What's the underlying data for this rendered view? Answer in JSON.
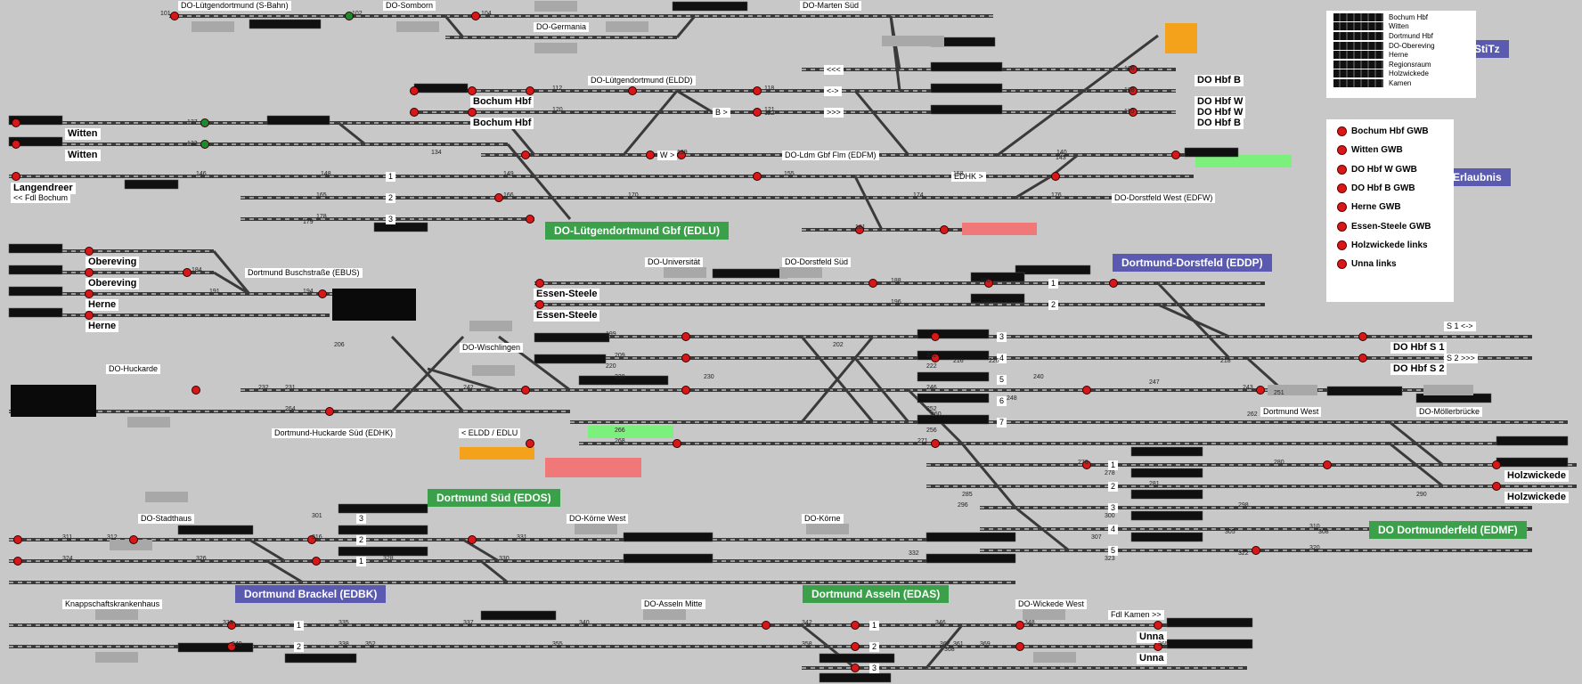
{
  "app": {
    "title": "Stellwerk-Simulation Dortmund"
  },
  "colors": {
    "background": "#c8c8c8",
    "track": "#3a3a3a",
    "signal_red": "#d81818",
    "signal_green": "#1e8a2e",
    "zone_green": "#3aa04a",
    "zone_blue": "#5a5ab0",
    "occupied_green": "#7cf07c",
    "alert_red": "#f07878",
    "orange": "#f4a21c"
  },
  "stations": {
    "top": [
      {
        "id": "s1",
        "label": "DO-Lütgendortmund (S-Bahn)"
      },
      {
        "id": "s2",
        "label": "DO-Somborn"
      },
      {
        "id": "s3",
        "label": "DO-Germania"
      },
      {
        "id": "s4",
        "label": "DO-Marten Süd"
      },
      {
        "id": "s5",
        "label": "DO-Lütgendortmund (ELDD)"
      },
      {
        "id": "s6",
        "label": "DO-Ldm Gbf Flm (EDFM)"
      },
      {
        "id": "s7",
        "label": "DO-Dorstfeld West (EDFW)"
      },
      {
        "id": "s8",
        "label": "EDHK >"
      },
      {
        "id": "s9",
        "label": "DO-Universität"
      },
      {
        "id": "s10",
        "label": "DO-Dorstfeld Süd"
      },
      {
        "id": "s11",
        "label": "Dortmund Buschstraße (EBUS)"
      },
      {
        "id": "s12",
        "label": "DO-Wischlingen"
      },
      {
        "id": "s13",
        "label": "DO-Huckarde"
      },
      {
        "id": "s14",
        "label": "Dortmund-Huckarde Süd (EDHK)"
      },
      {
        "id": "s15",
        "label": "< ELDD / EDLU"
      },
      {
        "id": "s16",
        "label": "Dortmund West"
      },
      {
        "id": "s17",
        "label": "DO-Möllerbrücke"
      },
      {
        "id": "s18",
        "label": "DO-Stadthaus"
      },
      {
        "id": "s19",
        "label": "DO-Körne West"
      },
      {
        "id": "s20",
        "label": "DO-Körne"
      },
      {
        "id": "s21",
        "label": "Knappschaftskrankenhaus"
      },
      {
        "id": "s22",
        "label": "DO-Asseln Mitte"
      },
      {
        "id": "s23",
        "label": "DO-Wickede West"
      },
      {
        "id": "s24",
        "label": "Fdl Kamen >>"
      },
      {
        "id": "s25",
        "label": "<< Fdl Bochum"
      }
    ],
    "ends": [
      {
        "id": "e1",
        "label": "Witten"
      },
      {
        "id": "e2",
        "label": "Witten"
      },
      {
        "id": "e3",
        "label": "Langendreer"
      },
      {
        "id": "e4",
        "label": "Bochum Hbf"
      },
      {
        "id": "e5",
        "label": "Bochum Hbf"
      },
      {
        "id": "e6",
        "label": "DO Hbf B"
      },
      {
        "id": "e7",
        "label": "DO Hbf W"
      },
      {
        "id": "e8",
        "label": "DO Hbf W"
      },
      {
        "id": "e9",
        "label": "DO Hbf B"
      },
      {
        "id": "e10",
        "label": "Obereving"
      },
      {
        "id": "e11",
        "label": "Obereving"
      },
      {
        "id": "e12",
        "label": "Herne"
      },
      {
        "id": "e13",
        "label": "Herne"
      },
      {
        "id": "e14",
        "label": "Essen-Steele"
      },
      {
        "id": "e15",
        "label": "Essen-Steele"
      },
      {
        "id": "e16",
        "label": "DO Hbf S 1"
      },
      {
        "id": "e17",
        "label": "DO Hbf S 2"
      },
      {
        "id": "e18",
        "label": "Holzwickede"
      },
      {
        "id": "e19",
        "label": "Holzwickede"
      },
      {
        "id": "e20",
        "label": "Unna"
      },
      {
        "id": "e21",
        "label": "Unna"
      }
    ]
  },
  "zones": [
    {
      "id": "z1",
      "label": "DO-Lütgendortmund Gbf (EDLU)",
      "kind": "green"
    },
    {
      "id": "z2",
      "label": "Dortmund-Dorstfeld (EDDP)",
      "kind": "blue"
    },
    {
      "id": "z3",
      "label": "Dortmund Süd (EDOS)",
      "kind": "green"
    },
    {
      "id": "z4",
      "label": "Dortmund Brackel (EDBK)",
      "kind": "blue"
    },
    {
      "id": "z5",
      "label": "Dortmund Asseln (EDAS)",
      "kind": "green"
    },
    {
      "id": "z6",
      "label": "DO Dortmunderfeld (EDMF)",
      "kind": "green"
    },
    {
      "id": "z7",
      "label": "StiTz",
      "kind": "blue"
    },
    {
      "id": "z8",
      "label": "Erlaubnis",
      "kind": "blue"
    }
  ],
  "stitz_legend": [
    "Bochum Hbf",
    "Witten",
    "Dortmund Hbf",
    "DO-Obereving",
    "Herne",
    "Regionsraum",
    "Holzwickede",
    "Kamen"
  ],
  "gwb_legend": [
    "Bochum Hbf GWB",
    "Witten GWB",
    "DO Hbf W GWB",
    "DO Hbf B GWB",
    "Herne GWB",
    "Essen-Steele GWB",
    "Holzwickede links",
    "Unna links"
  ],
  "arrows": [
    {
      "id": "a1",
      "label": "<<<"
    },
    {
      "id": "a2",
      "label": "<->"
    },
    {
      "id": "a3",
      "label": ">>>"
    },
    {
      "id": "a4",
      "label": "B >"
    },
    {
      "id": "a5",
      "label": "W >"
    },
    {
      "id": "a6",
      "label": "S 1 <->"
    },
    {
      "id": "a7",
      "label": "S 2 >>>"
    }
  ],
  "track_numbers": [
    {
      "id": "n1",
      "label": "1"
    },
    {
      "id": "n2",
      "label": "2"
    },
    {
      "id": "n3",
      "label": "3"
    },
    {
      "id": "n4",
      "label": "1"
    },
    {
      "id": "n5",
      "label": "2"
    },
    {
      "id": "n6",
      "label": "3"
    },
    {
      "id": "n7",
      "label": "4"
    },
    {
      "id": "n8",
      "label": "5"
    },
    {
      "id": "n9",
      "label": "6"
    },
    {
      "id": "n10",
      "label": "7"
    },
    {
      "id": "n11",
      "label": "1"
    },
    {
      "id": "n12",
      "label": "2"
    },
    {
      "id": "n13",
      "label": "3"
    },
    {
      "id": "n14",
      "label": "4"
    },
    {
      "id": "n15",
      "label": "5"
    },
    {
      "id": "n16",
      "label": "3"
    },
    {
      "id": "n17",
      "label": "2"
    },
    {
      "id": "n18",
      "label": "1"
    },
    {
      "id": "n19",
      "label": "1"
    },
    {
      "id": "n20",
      "label": "2"
    },
    {
      "id": "n21",
      "label": "1"
    },
    {
      "id": "n22",
      "label": "2"
    },
    {
      "id": "n23",
      "label": "3"
    }
  ],
  "signal_numbers": [
    {
      "id": "g1",
      "label": "101"
    },
    {
      "id": "g2",
      "label": "102"
    },
    {
      "id": "g3",
      "label": "104"
    },
    {
      "id": "g4",
      "label": "106"
    },
    {
      "id": "g5",
      "label": "108"
    },
    {
      "id": "g6",
      "label": "110"
    },
    {
      "id": "g7",
      "label": "112"
    },
    {
      "id": "g8",
      "label": "118"
    },
    {
      "id": "g9",
      "label": "120"
    },
    {
      "id": "g10",
      "label": "121"
    },
    {
      "id": "g11",
      "label": "122"
    },
    {
      "id": "g12",
      "label": "127"
    },
    {
      "id": "g13",
      "label": "133"
    },
    {
      "id": "g14",
      "label": "134"
    },
    {
      "id": "g15",
      "label": "139"
    },
    {
      "id": "g16",
      "label": "140"
    },
    {
      "id": "g17",
      "label": "143"
    },
    {
      "id": "g18",
      "label": "146"
    },
    {
      "id": "g19",
      "label": "148"
    },
    {
      "id": "g20",
      "label": "149"
    },
    {
      "id": "g21",
      "label": "155"
    },
    {
      "id": "g22",
      "label": "158"
    },
    {
      "id": "g23",
      "label": "165"
    },
    {
      "id": "g24",
      "label": "166"
    },
    {
      "id": "g25",
      "label": "170"
    },
    {
      "id": "g26",
      "label": "174"
    },
    {
      "id": "g27",
      "label": "176"
    },
    {
      "id": "g28",
      "label": "178"
    },
    {
      "id": "g29",
      "label": "179"
    },
    {
      "id": "g30",
      "label": "181"
    },
    {
      "id": "g31",
      "label": "184"
    },
    {
      "id": "g32",
      "label": "188"
    },
    {
      "id": "g33",
      "label": "190"
    },
    {
      "id": "g34",
      "label": "191"
    },
    {
      "id": "g35",
      "label": "194"
    },
    {
      "id": "g36",
      "label": "196"
    },
    {
      "id": "g37",
      "label": "198"
    },
    {
      "id": "g38",
      "label": "199"
    },
    {
      "id": "g39",
      "label": "202"
    },
    {
      "id": "g40",
      "label": "206"
    },
    {
      "id": "g41",
      "label": "209"
    },
    {
      "id": "g42",
      "label": "211"
    },
    {
      "id": "g43",
      "label": "216"
    },
    {
      "id": "g44",
      "label": "218"
    },
    {
      "id": "g45",
      "label": "220"
    },
    {
      "id": "g46",
      "label": "222"
    },
    {
      "id": "g47",
      "label": "226"
    },
    {
      "id": "g48",
      "label": "230"
    },
    {
      "id": "g49",
      "label": "231"
    },
    {
      "id": "g50",
      "label": "232"
    },
    {
      "id": "g51",
      "label": "238"
    },
    {
      "id": "g52",
      "label": "240"
    },
    {
      "id": "g53",
      "label": "242"
    },
    {
      "id": "g54",
      "label": "243"
    },
    {
      "id": "g55",
      "label": "246"
    },
    {
      "id": "g56",
      "label": "247"
    },
    {
      "id": "g57",
      "label": "248"
    },
    {
      "id": "g58",
      "label": "251"
    },
    {
      "id": "g59",
      "label": "252"
    },
    {
      "id": "g60",
      "label": "256"
    },
    {
      "id": "g61",
      "label": "260"
    },
    {
      "id": "g62",
      "label": "262"
    },
    {
      "id": "g63",
      "label": "264"
    },
    {
      "id": "g64",
      "label": "266"
    },
    {
      "id": "g65",
      "label": "268"
    },
    {
      "id": "g66",
      "label": "271"
    },
    {
      "id": "g67",
      "label": "276"
    },
    {
      "id": "g68",
      "label": "278"
    },
    {
      "id": "g69",
      "label": "280"
    },
    {
      "id": "g70",
      "label": "281"
    },
    {
      "id": "g71",
      "label": "285"
    },
    {
      "id": "g72",
      "label": "290"
    },
    {
      "id": "g73",
      "label": "296"
    },
    {
      "id": "g74",
      "label": "298"
    },
    {
      "id": "g75",
      "label": "300"
    },
    {
      "id": "g76",
      "label": "301"
    },
    {
      "id": "g77",
      "label": "305"
    },
    {
      "id": "g78",
      "label": "307"
    },
    {
      "id": "g79",
      "label": "308"
    },
    {
      "id": "g80",
      "label": "310"
    },
    {
      "id": "g81",
      "label": "311"
    },
    {
      "id": "g82",
      "label": "312"
    },
    {
      "id": "g83",
      "label": "316"
    },
    {
      "id": "g84",
      "label": "320"
    },
    {
      "id": "g85",
      "label": "322"
    },
    {
      "id": "g86",
      "label": "323"
    },
    {
      "id": "g87",
      "label": "324"
    },
    {
      "id": "g88",
      "label": "326"
    },
    {
      "id": "g89",
      "label": "328"
    },
    {
      "id": "g90",
      "label": "330"
    },
    {
      "id": "g91",
      "label": "331"
    },
    {
      "id": "g92",
      "label": "332"
    },
    {
      "id": "g93",
      "label": "333"
    },
    {
      "id": "g94",
      "label": "335"
    },
    {
      "id": "g95",
      "label": "337"
    },
    {
      "id": "g96",
      "label": "338"
    },
    {
      "id": "g97",
      "label": "340"
    },
    {
      "id": "g98",
      "label": "342"
    },
    {
      "id": "g99",
      "label": "346"
    },
    {
      "id": "g100",
      "label": "348"
    },
    {
      "id": "g101",
      "label": "349"
    },
    {
      "id": "g102",
      "label": "352"
    },
    {
      "id": "g103",
      "label": "355"
    },
    {
      "id": "g104",
      "label": "358"
    },
    {
      "id": "g105",
      "label": "361"
    },
    {
      "id": "g106",
      "label": "362"
    },
    {
      "id": "g107",
      "label": "365"
    },
    {
      "id": "g108",
      "label": "368"
    },
    {
      "id": "g109",
      "label": "369"
    }
  ]
}
